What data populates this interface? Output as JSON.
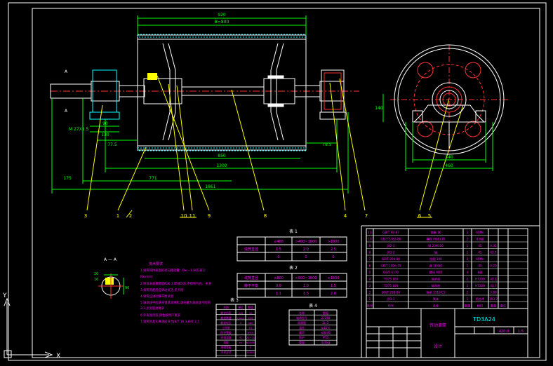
{
  "drawing": {
    "colors": {
      "background": "#000000",
      "frame": "#ffffff",
      "outline": "#ffffff",
      "center_line": "#ff3030",
      "dimension": "#00ff00",
      "leader": "#ffff00",
      "pipe": "#00ffff",
      "note_text": "#ff00ff",
      "table_line": "#ffffff",
      "title_text": "#00ffff"
    },
    "main_view": {
      "dims_top": [
        "920",
        "B=800"
      ],
      "dims_bottom": [
        "850",
        "1300",
        "771",
        "1861"
      ],
      "dims_left": [
        "90",
        "130",
        "77.5",
        "175"
      ],
      "dims_right": [
        "78.5"
      ],
      "section_marks": [
        "A",
        "A"
      ],
      "pipe_note": "M 27X1.5"
    },
    "side_view": {
      "dims": [
        "140",
        "340",
        "460"
      ]
    },
    "section": {
      "label": "A — A",
      "dims": [
        "20",
        "16",
        "90"
      ]
    },
    "part_numbers": [
      "3",
      "1",
      "2",
      "10",
      "11",
      "9",
      "8",
      "4",
      "7",
      "6",
      "5"
    ],
    "notes": {
      "title": "技术要求",
      "lines": [
        "1.滚筒筒体表面的径向跳动量：D≤—1.8(见表1)",
        "  Ra(mm)",
        "2.筒体表面粗糙度Ra6.3,焊缝均匀,不得有气孔、夹渣",
        "3.滚筒装配后应转动灵活,无卡阻",
        "4.滚筒应进行静平衡试验",
        "5.轴承座中应填充锂基润滑脂,填充量为轴承座空腔的",
        "  2/3,达到密封要求",
        "6.外表面涂漆,颜色按用户要求",
        "7.滚筒的其它要求应符合JB/T 10.3,JB/T 2.5"
      ]
    },
    "table1": {
      "title": "表 1",
      "header": [
        "滚筒直径",
        "≤400",
        ">400~1000",
        ">1000"
      ],
      "rows": [
        [
          "跳动量",
          "1.5",
          "2.0",
          "2.5"
        ],
        [
          "",
          "0",
          "0",
          "0"
        ]
      ]
    },
    "table2": {
      "title": "表 2",
      "header": [
        "滚筒直径",
        "≤800",
        ">800~1600",
        ">1600"
      ],
      "rows": [
        [
          "静不平衡",
          "0.8",
          "1.0",
          "1.5"
        ],
        [
          "",
          "1.1",
          "1.5",
          "2.0"
        ]
      ]
    },
    "table3": {
      "title": "表 3",
      "header": [
        "名称",
        "单位",
        "数值"
      ],
      "rows": [
        [
          "额定功率",
          "kW",
          "30"
        ],
        [
          "额定转速",
          "r/min",
          "456"
        ],
        [
          "额定电压",
          "V",
          "380"
        ],
        [
          "工作制",
          "",
          "S1"
        ],
        [
          "防护等级",
          "",
          "IP55"
        ],
        [
          "环境温度",
          "℃",
          "20~70"
        ],
        [
          "海拔",
          "m",
          "≤1000"
        ],
        [
          "绝缘等级",
          "",
          "F"
        ],
        [
          "冷却方式",
          "",
          "IC410"
        ]
      ]
    },
    "table4": {
      "title": "表 4",
      "header": [
        "名称",
        "数值"
      ],
      "rows": [
        [
          "轴承型号",
          "22218"
        ],
        [
          "润滑脂",
          "ZL-2"
        ],
        [
          "温升",
          "≤45℃"
        ],
        [
          "噪声",
          "≤80dB"
        ],
        [
          "防护",
          "IP55"
        ],
        [
          "重量",
          "430kg"
        ]
      ]
    },
    "bom": {
      "rows": [
        [
          "11",
          "GB/T 93-87",
          "垫圈 16",
          "2",
          "65Mn",
          "",
          ""
        ],
        [
          "10",
          "GB/T 5782-86",
          "螺栓 M16X70",
          "2",
          "8.8级",
          "",
          ""
        ],
        [
          "9",
          "JX2-3",
          "键 20X100",
          "1",
          "45",
          "0.35",
          ""
        ],
        [
          "8",
          "JX3-2",
          "轴",
          "1",
          "45",
          "63.7",
          ""
        ],
        [
          "7",
          "GB/T 894-86",
          "挡圈 100",
          "2",
          "65Mn",
          "",
          ""
        ],
        [
          "6",
          "GB/T 1096-79",
          "键 18X80",
          "1",
          "45",
          "0.20",
          ""
        ],
        [
          "5",
          "GB/T 6170",
          "螺母 M20",
          "4",
          "8级",
          "",
          ""
        ],
        [
          "4",
          "TD75 100",
          "轴承座",
          "2",
          "HT200",
          "42.1",
          ""
        ],
        [
          "3",
          "TD75 100",
          "轴承座",
          "2",
          "HT200",
          "41.7",
          ""
        ],
        [
          "2",
          "GB/T 288-84",
          "轴承 1318/C3",
          "2",
          "",
          "3.80",
          ""
        ],
        [
          "1",
          "JX3-1",
          "筒体",
          "1",
          "组合件",
          "193.7",
          ""
        ]
      ],
      "header": [
        "序号",
        "代号",
        "名称",
        "数量",
        "材料",
        "重量",
        "备注"
      ]
    },
    "title_block": {
      "drawing_no": "TD3A24",
      "name": "传动滚筒",
      "scale": "1:5",
      "weight": "420.0",
      "sign": "设计"
    },
    "ucs": {
      "x": "X",
      "y": "Y"
    }
  }
}
